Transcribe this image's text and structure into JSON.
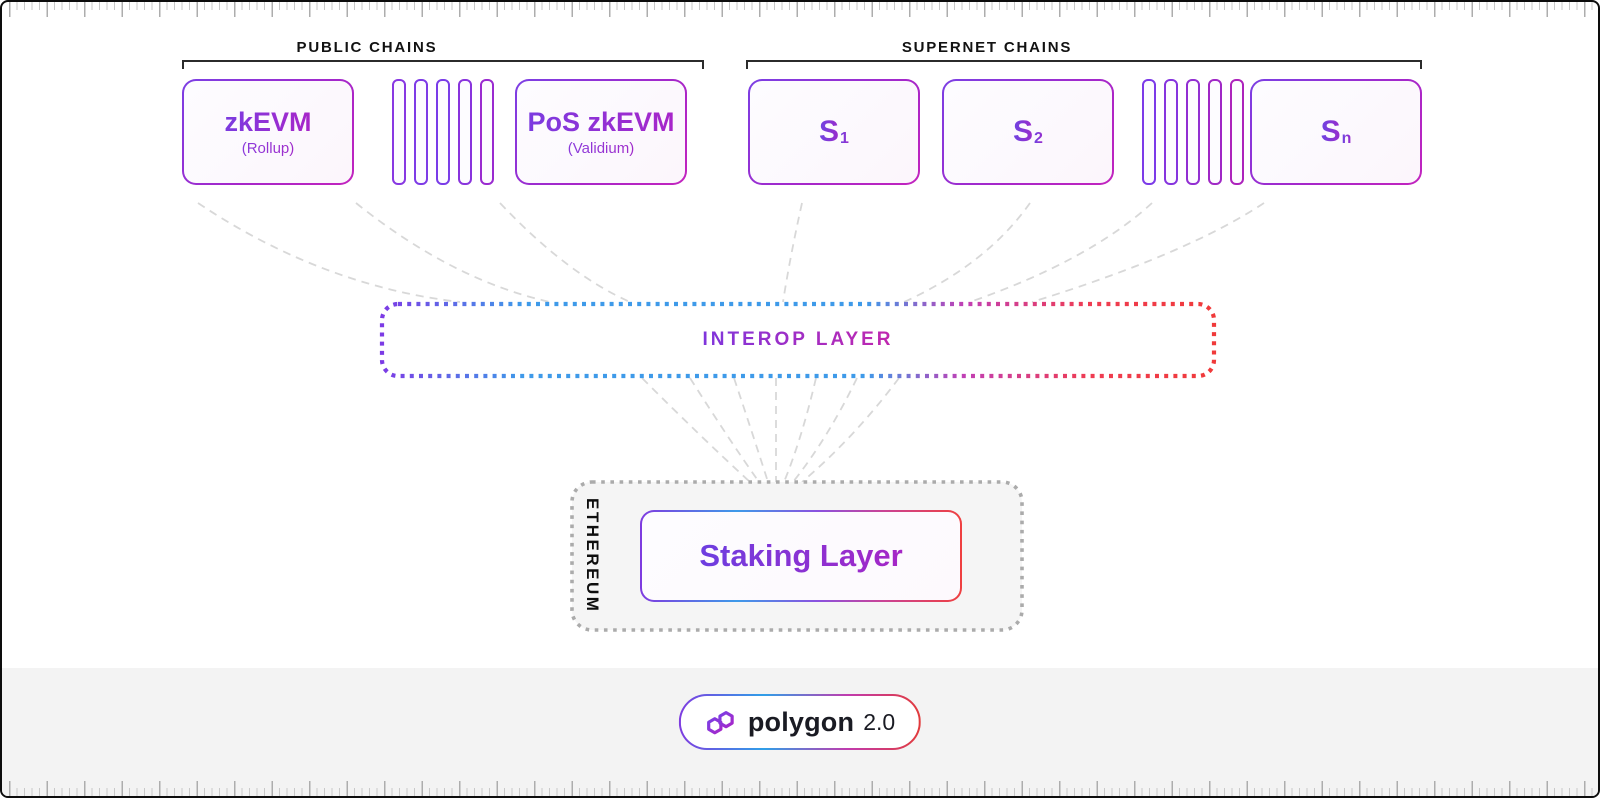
{
  "diagram": {
    "groups": {
      "public_chains": {
        "label": "PUBLIC CHAINS"
      },
      "supernet_chains": {
        "label": "SUPERNET CHAINS"
      }
    },
    "chains": {
      "zkevm": {
        "title": "zkEVM",
        "subtitle": "(Rollup)"
      },
      "pos_zkevm": {
        "title": "PoS zkEVM",
        "subtitle": "(Validium)"
      },
      "s1": {
        "base": "S",
        "sub": "1"
      },
      "s2": {
        "base": "S",
        "sub": "2"
      },
      "sn": {
        "base": "S",
        "sub": "n"
      }
    },
    "interop": {
      "label": "INTEROP LAYER"
    },
    "ethereum": {
      "label": "ETHEREUM"
    },
    "staking": {
      "label": "Staking Layer"
    },
    "footer": {
      "brand": "polygon",
      "version": "2.0"
    }
  },
  "colors": {
    "accent_purple": "#7B3FE4",
    "accent_magenta": "#A726C1",
    "accent_blue": "#3E9AE9",
    "accent_red": "#EF3C3C",
    "connector_gray": "#D8D8D8",
    "ethereum_fill": "#F5F5F5",
    "ethereum_border": "#ABABAB",
    "footer_background": "#F3F3F3",
    "ink": "#111111"
  }
}
